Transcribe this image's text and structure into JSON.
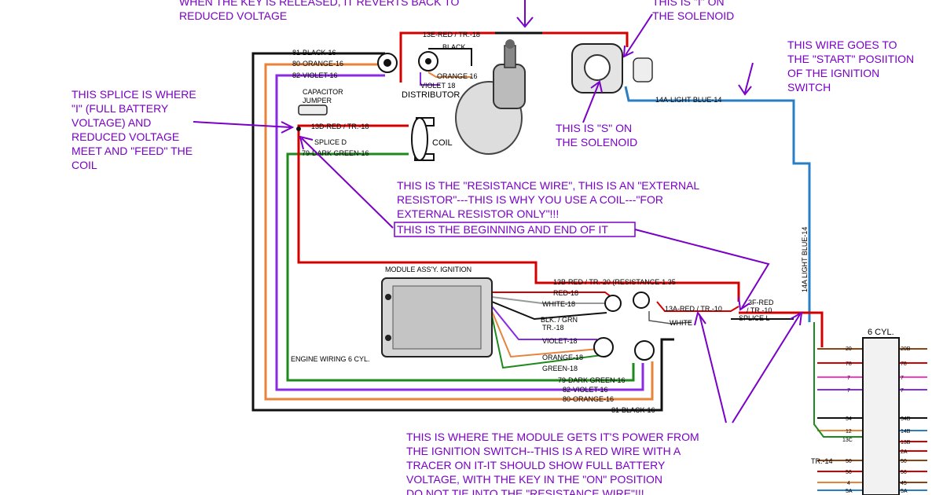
{
  "annotations": {
    "top_left": [
      "WHEN THE KEY IS RELEASED, IT REVERTS BACK TO",
      "REDUCED VOLTAGE"
    ],
    "i_solenoid": [
      "THIS IS \"I\" ON",
      "THE SOLENOID"
    ],
    "start_wire": [
      "THIS WIRE GOES TO",
      "THE \"START\" POSIITION",
      "OF THE IGNITION",
      "SWITCH"
    ],
    "splice": [
      "THIS SPLICE IS WHERE",
      "\"I\" (FULL BATTERY",
      "VOLTAGE) AND",
      "REDUCED VOLTAGE",
      "MEET AND \"FEED\" THE",
      "COIL"
    ],
    "s_solenoid": [
      "THIS IS \"S\" ON",
      "THE SOLENOID"
    ],
    "resistance": [
      "THIS IS THE \"RESISTANCE WIRE\", THIS IS AN \"EXTERNAL",
      "RESISTOR\"---THIS IS WHY YOU USE A COIL---\"FOR",
      "EXTERNAL RESISTOR ONLY\"!!!"
    ],
    "beginning": "THIS IS THE BEGINNING AND END OF IT",
    "module_power": [
      "THIS IS WHERE THE MODULE GETS IT'S POWER FROM",
      "THE IGNITION SWITCH--THIS IS A RED WIRE WITH A",
      "TRACER ON IT-IT SHOULD SHOW FULL BATTERY",
      "VOLTAGE, WITH THE KEY IN THE \"ON\" POSITION",
      "DO NOT TIE INTO THE \"RESISTANCE WIRE\"!!!"
    ]
  },
  "diagram_labels": {
    "black16": "81-BLACK-16",
    "orange16": "80-ORANGE-16",
    "violet16": "82-VIOLET-16",
    "red13e": "13E-RED / TR.-18",
    "black": "BLACK",
    "orange16b": "ORANGE 16",
    "violet18": "VIOLET 18",
    "distributor": "DISTRIBUTOR",
    "capacitor": [
      "CAPACITOR",
      "JUMPER"
    ],
    "red13d": "13D-RED / TR.-18",
    "coil": "COIL",
    "splice_d": "SPLICE D",
    "darkgreen79": "79-DARK GREEN-16",
    "lightblue14a": "14A-LIGHT BLUE-14",
    "lightblue_vertical": "14A LIGHT BLUE-14",
    "module": "MODULE ASS'Y. IGNITION",
    "red13b": "13B-RED / TR.-20 (RESISTANCE-1.35",
    "red18": "RED-18",
    "white18": "WHITE-18",
    "blkgrn": [
      "BLK. / GRN",
      "TR.-18"
    ],
    "violet18b": "VIOLET-18",
    "orange18": "ORANGE-18",
    "green18": "GREEN-18",
    "red13a": "13A-RED / TR.-10",
    "white": "WHITE",
    "red3f": [
      "3F-RED",
      "/ TR.-10"
    ],
    "splice_l": "SPLICE L",
    "engine_wiring": "ENGINE WIRING 6 CYL.",
    "darkgreen79b": "79-DARK GREEN-16",
    "violet82b": "82-VIOLET-16",
    "orange80b": "80-ORANGE-16",
    "black81b": "81-BLACK-16",
    "six_cyl": "6 CYL.",
    "connector_left": [
      "20",
      "78",
      "7",
      "7",
      "34",
      "12",
      "13C",
      "50",
      "56",
      "4",
      "5A"
    ],
    "connector_right": [
      "20B",
      "78",
      "7",
      "7",
      "34B",
      "14B",
      "13B",
      "2A",
      "50",
      "56",
      "45",
      "5A"
    ],
    "tr14": "TR.-14"
  },
  "colors": {
    "annotation": "#7a00c8",
    "red": "#d40000",
    "orange": "#e8833a",
    "violet": "#8a2be2",
    "green": "#1e8a1e",
    "blue": "#2a7fc4",
    "black": "#111111"
  }
}
